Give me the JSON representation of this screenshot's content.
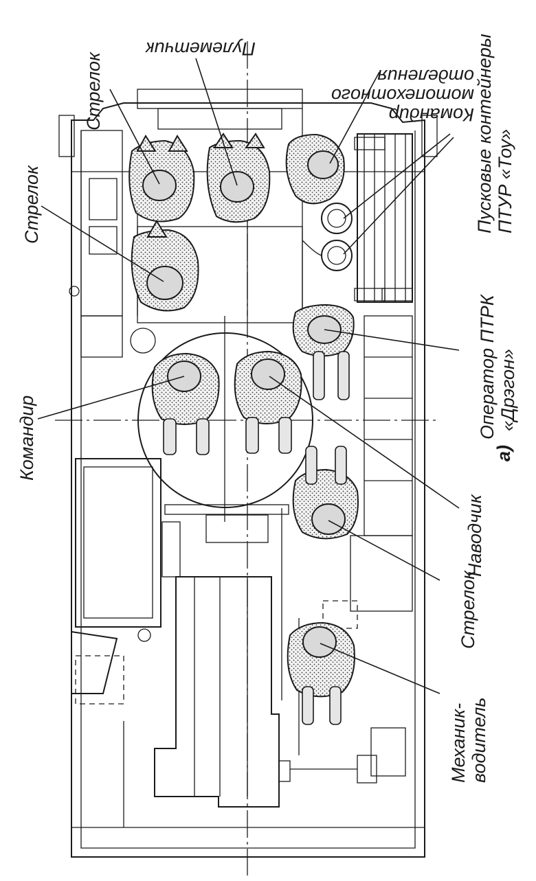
{
  "figure": {
    "sublabel": "а)"
  },
  "labels": {
    "commander_squad": [
      "Командир",
      "мотопехотного",
      "отделения"
    ],
    "machine_gunner": "Пулеметчик",
    "rifleman_top": "Стрелок",
    "rifleman_left": "Стрелок",
    "commander": "Командир",
    "launch_containers": [
      "Пусковые контейнеры",
      "ПТУР «Тоу»"
    ],
    "atgm_operator": [
      "Оператор ПТРК",
      "«Дрэгон»"
    ],
    "gunner": "Наводчик",
    "rifleman_bottom": "Стрелок",
    "driver": [
      "Механик-",
      "водитель"
    ]
  }
}
